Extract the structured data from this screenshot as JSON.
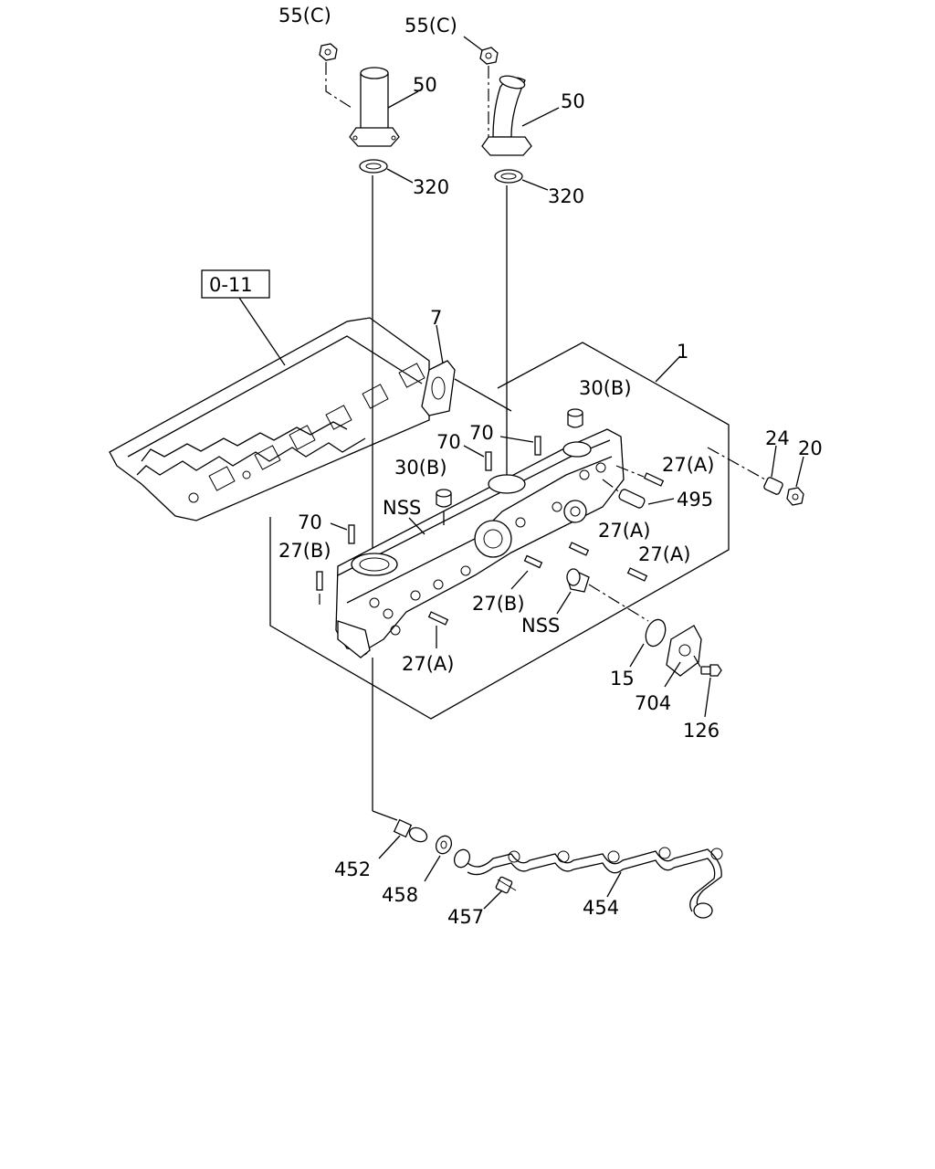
{
  "callouts": {
    "nut_left": "55(C)",
    "nut_right": "55(C)",
    "pipe_left": "50",
    "pipe_right": "50",
    "gasket_left": "320",
    "gasket_right": "320",
    "ref_box": "0-11",
    "gasket_7": "7",
    "assembly": "1",
    "plug_30b_top": "30(B)",
    "plug_30b_mid": "30(B)",
    "stud_70_a": "70",
    "stud_70_b": "70",
    "stud_70_c": "70",
    "nss_top": "NSS",
    "nss_bottom": "NSS",
    "stud_27a_1": "27(A)",
    "stud_27a_2": "27(A)",
    "stud_27a_3": "27(A)",
    "stud_27a_4": "27(A)",
    "stud_27b_1": "27(B)",
    "stud_27b_2": "27(B)",
    "pin_495": "495",
    "bolt_24": "24",
    "nut_20": "20",
    "oring_15": "15",
    "cover_704": "704",
    "bolt_126": "126",
    "part_452": "452",
    "part_458": "458",
    "part_457": "457",
    "pipe_454": "454"
  }
}
